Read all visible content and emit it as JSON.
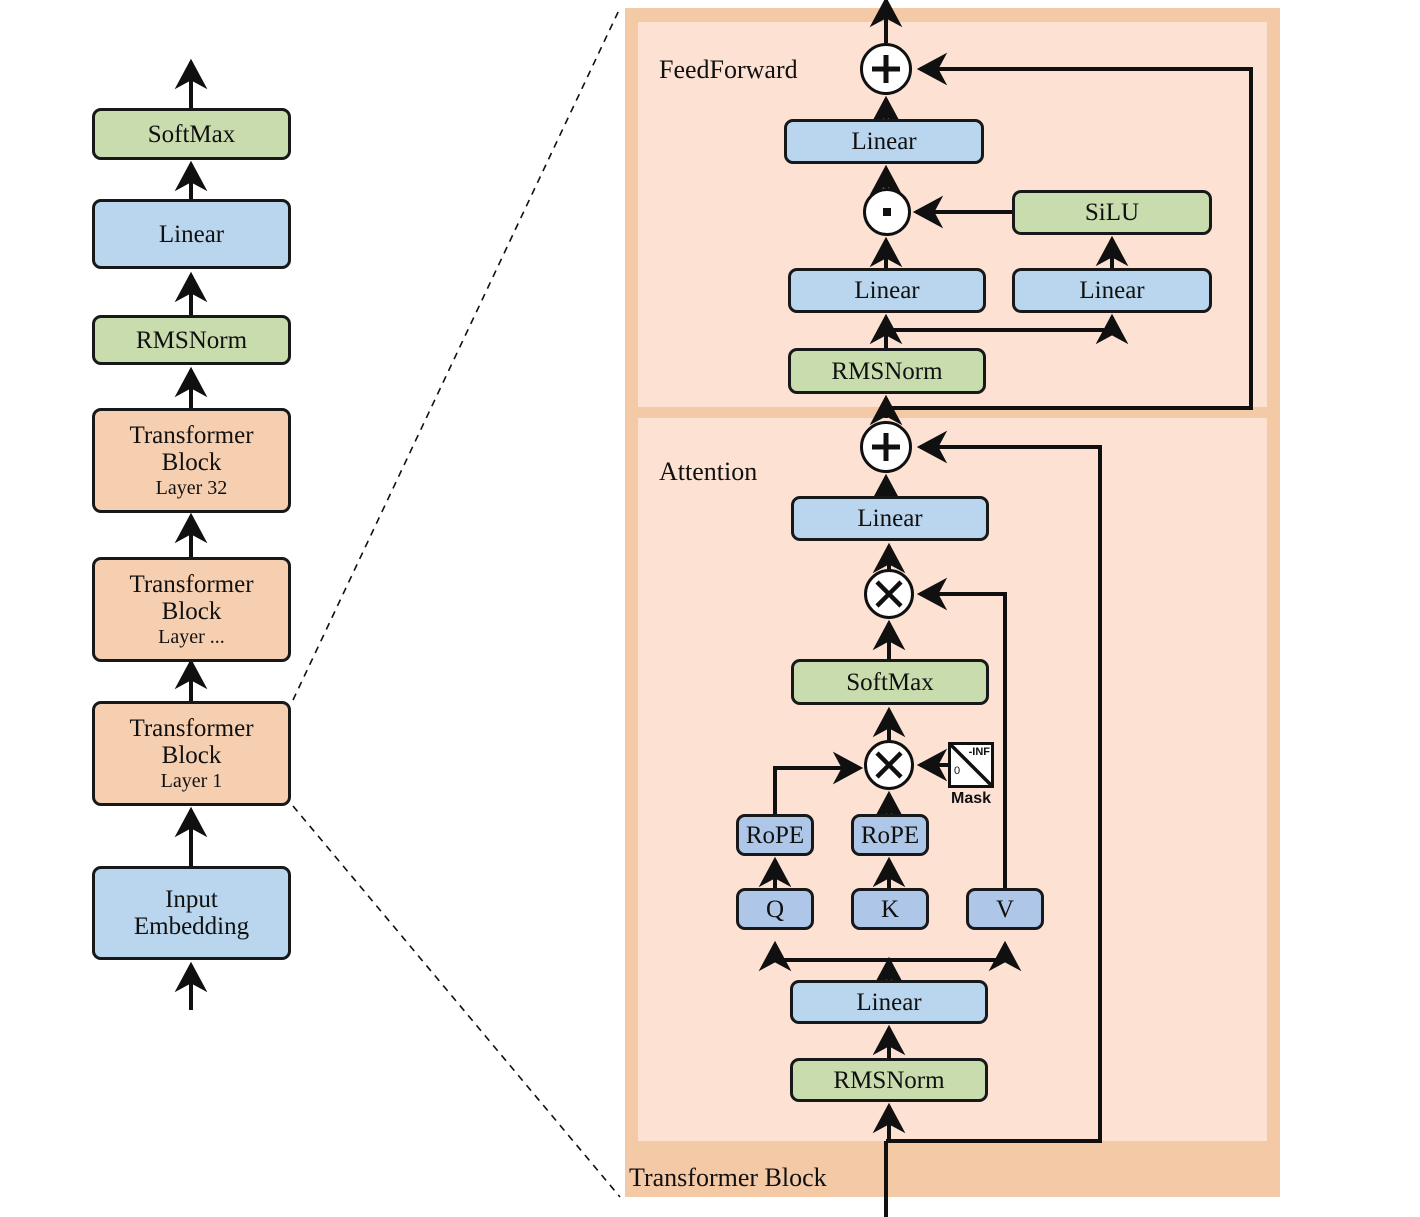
{
  "diagram": {
    "title": "Transformer (LLaMA-style) architecture",
    "colors": {
      "green": "#c9dcae",
      "blue": "#b9d6ee",
      "blue_dark": "#aec7e8",
      "orange_node": "#f6cfb1",
      "outer_container": "#f3c9a6",
      "inner_panel": "#fde2d3",
      "stroke": "#101010"
    }
  },
  "stack": {
    "softmax": "SoftMax",
    "linear": "Linear",
    "rmsnorm": "RMSNorm",
    "block_top": {
      "line1": "Transformer",
      "line2": "Block",
      "layer": "Layer 32"
    },
    "block_mid": {
      "line1": "Transformer",
      "line2": "Block",
      "layer": "Layer ..."
    },
    "block_bottom": {
      "line1": "Transformer",
      "line2": "Block",
      "layer": "Layer 1"
    },
    "input_embedding": {
      "line1": "Input",
      "line2": "Embedding"
    }
  },
  "detail": {
    "container_label": "Transformer Block",
    "feedforward": {
      "title": "FeedForward",
      "add_op": "+",
      "out_linear": "Linear",
      "mul_op": "·",
      "silu": "SiLU",
      "gate_linear": "Linear",
      "up_linear": "Linear",
      "rmsnorm": "RMSNorm"
    },
    "attention": {
      "title": "Attention",
      "add_op": "+",
      "out_linear": "Linear",
      "matmul_av": "⊗",
      "softmax": "SoftMax",
      "matmul_qk": "⊗",
      "mask": {
        "label": "Mask",
        "upper": "-INF",
        "lower": "0"
      },
      "rope_q": "RoPE",
      "rope_k": "RoPE",
      "q": "Q",
      "k": "K",
      "v": "V",
      "qkv_linear": "Linear",
      "rmsnorm": "RMSNorm"
    }
  }
}
